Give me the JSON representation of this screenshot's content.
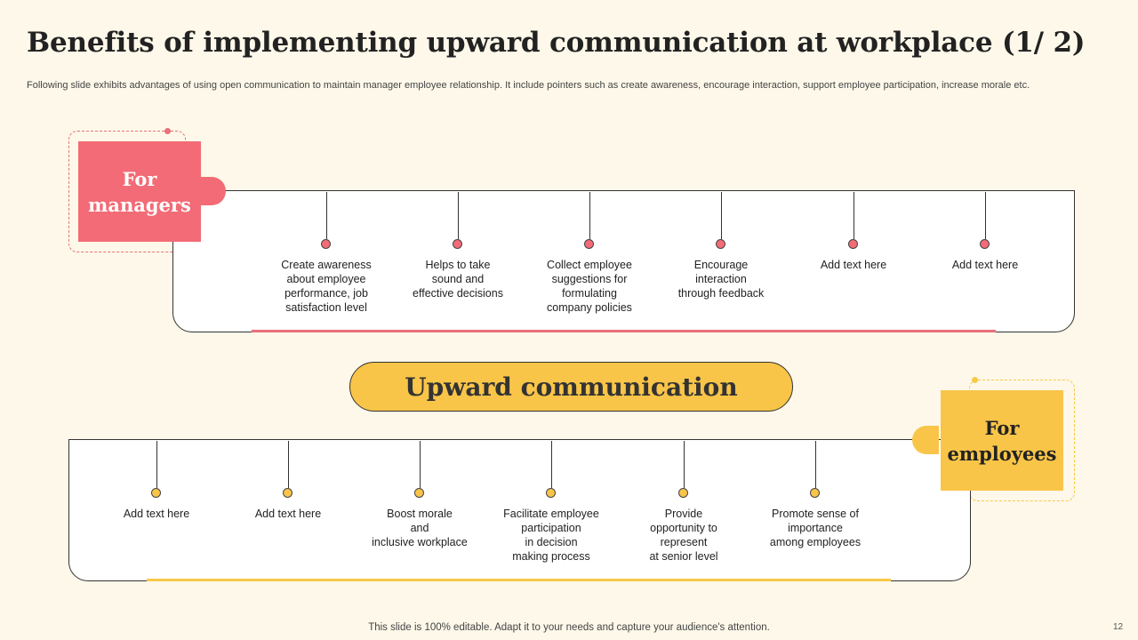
{
  "slide": {
    "title": "Benefits of implementing upward communication at workplace (1/ 2)",
    "subtitle": "Following slide exhibits advantages of using open communication to maintain manager employee relationship. It include pointers such as create awareness, encourage interaction, support employee participation, increase morale etc.",
    "center_label": "Upward communication",
    "footer": "This slide is 100% editable. Adapt it to your needs and capture your audience's attention.",
    "page_number": "12"
  },
  "managers": {
    "label": "For\nmanagers",
    "items": [
      "Create awareness\nabout employee\nperformance,  job\nsatisfaction level",
      "Helps to take\nsound and\neffective  decisions",
      "Collect employee\nsuggestions for\nformulating\ncompany policies",
      "Encourage\ninteraction\nthrough feedback",
      "Add text here",
      "Add text here"
    ]
  },
  "employees": {
    "label": "For\nemployees",
    "items": [
      "Add text here",
      "Add text here",
      "Boost morale\nand\ninclusive workplace",
      "Facilitate employee\nparticipation\nin decision\nmaking process",
      "Provide\nopportunity to\nrepresent\nat senior level",
      "Promote sense of\nimportance\namong employees"
    ]
  },
  "colors": {
    "managers_accent": "#f26b76",
    "employees_accent": "#f9c548",
    "background": "#fdf8e9"
  }
}
